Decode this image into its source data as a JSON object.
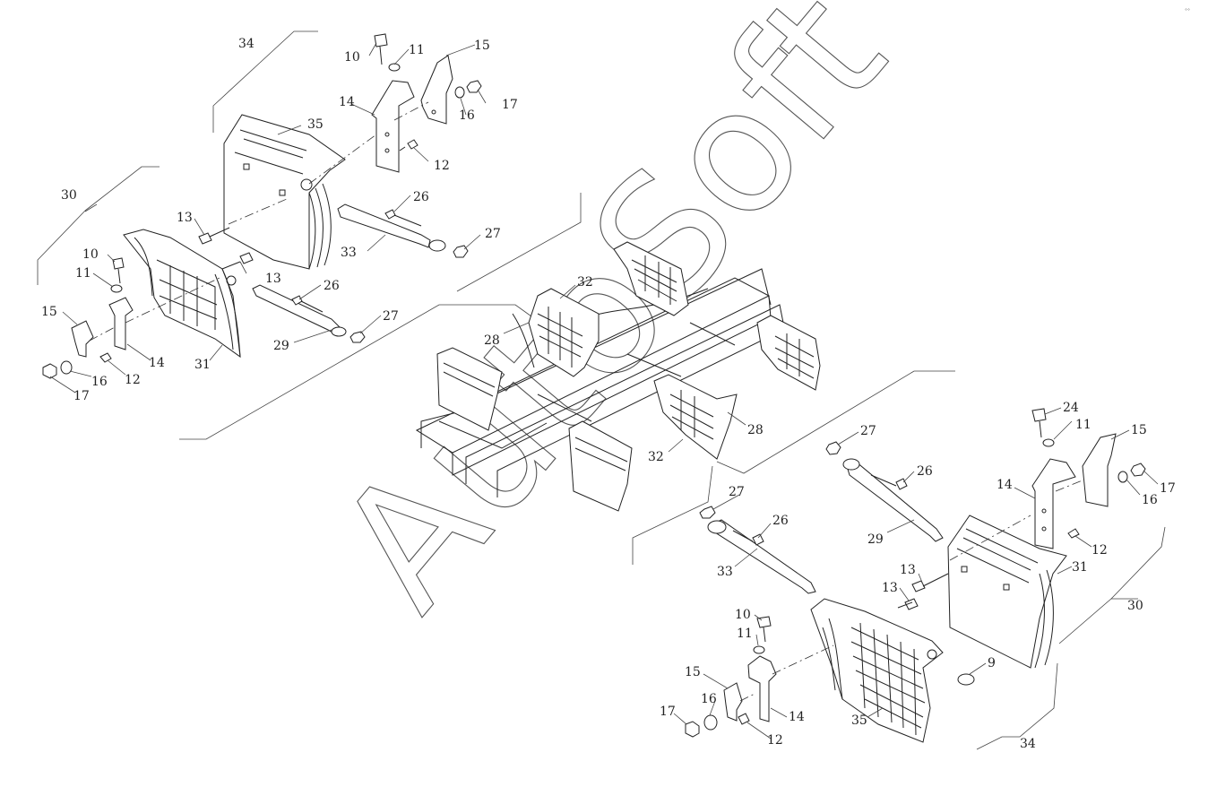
{
  "watermark": "AutoSoft",
  "corner_text": "°°",
  "labels": [
    {
      "id": "l-34a",
      "text": "34"
    },
    {
      "id": "l-10a",
      "text": "10"
    },
    {
      "id": "l-11a",
      "text": "11"
    },
    {
      "id": "l-15a",
      "text": "15"
    },
    {
      "id": "l-14a",
      "text": "14"
    },
    {
      "id": "l-35a",
      "text": "35"
    },
    {
      "id": "l-16a",
      "text": "16"
    },
    {
      "id": "l-17a",
      "text": "17"
    },
    {
      "id": "l-12a",
      "text": "12"
    },
    {
      "id": "l-30a",
      "text": "30"
    },
    {
      "id": "l-13a",
      "text": "13"
    },
    {
      "id": "l-26a",
      "text": "26"
    },
    {
      "id": "l-33a",
      "text": "33"
    },
    {
      "id": "l-27a",
      "text": "27"
    },
    {
      "id": "l-10b",
      "text": "10"
    },
    {
      "id": "l-13b",
      "text": "13"
    },
    {
      "id": "l-11b",
      "text": "11"
    },
    {
      "id": "l-26b",
      "text": "26"
    },
    {
      "id": "l-15b",
      "text": "15"
    },
    {
      "id": "l-27b",
      "text": "27"
    },
    {
      "id": "l-29a",
      "text": "29"
    },
    {
      "id": "l-14b",
      "text": "14"
    },
    {
      "id": "l-31a",
      "text": "31"
    },
    {
      "id": "l-12b",
      "text": "12"
    },
    {
      "id": "l-16b",
      "text": "16"
    },
    {
      "id": "l-17b",
      "text": "17"
    },
    {
      "id": "l-32a",
      "text": "32"
    },
    {
      "id": "l-28a",
      "text": "28"
    },
    {
      "id": "l-28b",
      "text": "28"
    },
    {
      "id": "l-32b",
      "text": "32"
    },
    {
      "id": "l-24",
      "text": "24"
    },
    {
      "id": "l-11c",
      "text": "11"
    },
    {
      "id": "l-15c",
      "text": "15"
    },
    {
      "id": "l-27c",
      "text": "27"
    },
    {
      "id": "l-26c",
      "text": "26"
    },
    {
      "id": "l-17c",
      "text": "17"
    },
    {
      "id": "l-16c",
      "text": "16"
    },
    {
      "id": "l-14c",
      "text": "14"
    },
    {
      "id": "l-27d",
      "text": "27"
    },
    {
      "id": "l-26d",
      "text": "26"
    },
    {
      "id": "l-29b",
      "text": "29"
    },
    {
      "id": "l-12c",
      "text": "12"
    },
    {
      "id": "l-33b",
      "text": "33"
    },
    {
      "id": "l-31b",
      "text": "31"
    },
    {
      "id": "l-13c",
      "text": "13"
    },
    {
      "id": "l-13d",
      "text": "13"
    },
    {
      "id": "l-30b",
      "text": "30"
    },
    {
      "id": "l-10c",
      "text": "10"
    },
    {
      "id": "l-11d",
      "text": "11"
    },
    {
      "id": "l-9",
      "text": "9"
    },
    {
      "id": "l-15d",
      "text": "15"
    },
    {
      "id": "l-16d",
      "text": "16"
    },
    {
      "id": "l-14d",
      "text": "14"
    },
    {
      "id": "l-17d",
      "text": "17"
    },
    {
      "id": "l-12d",
      "text": "12"
    },
    {
      "id": "l-35b",
      "text": "35"
    },
    {
      "id": "l-34b",
      "text": "34"
    }
  ]
}
